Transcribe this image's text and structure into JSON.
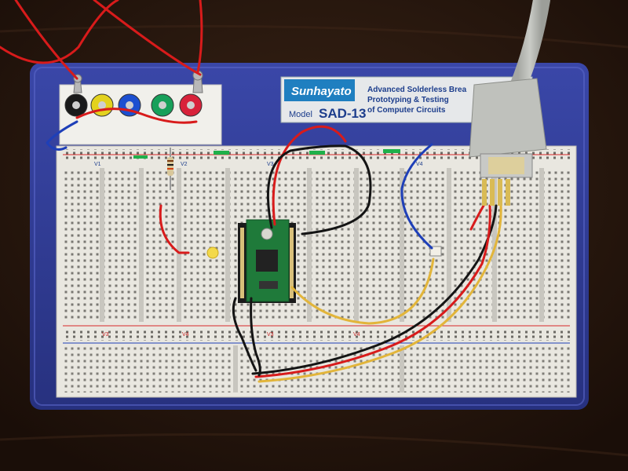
{
  "label": {
    "brand": "Sunhayato",
    "model_prefix": "Model",
    "model": "SAD-13",
    "line1": "Advanced Solderless Brea",
    "line2": "Prototyping & Testing",
    "line3": "of Computer Circuits"
  },
  "rails": {
    "top": [
      "V1",
      "V2",
      "V3",
      "V4"
    ],
    "bottom": [
      "V3",
      "V4",
      "V3",
      "V4"
    ]
  },
  "colors": {
    "background": "#2a1810",
    "base": "#2f3a94",
    "breadboard": "#e9e7e0",
    "label_panel": "#e6e8ea",
    "wire_red": "#d81b1b",
    "wire_black": "#141414",
    "wire_blue": "#1e3fb8",
    "wire_yellow": "#e2b53a",
    "pcb": "#1f7a3a"
  },
  "posts": [
    {
      "name": "black",
      "color": "#1a1a1a"
    },
    {
      "name": "yellow",
      "color": "#e3d21e"
    },
    {
      "name": "blue",
      "color": "#1c4fd0"
    },
    {
      "name": "green",
      "color": "#17a05a"
    },
    {
      "name": "red",
      "color": "#d8223a"
    }
  ]
}
